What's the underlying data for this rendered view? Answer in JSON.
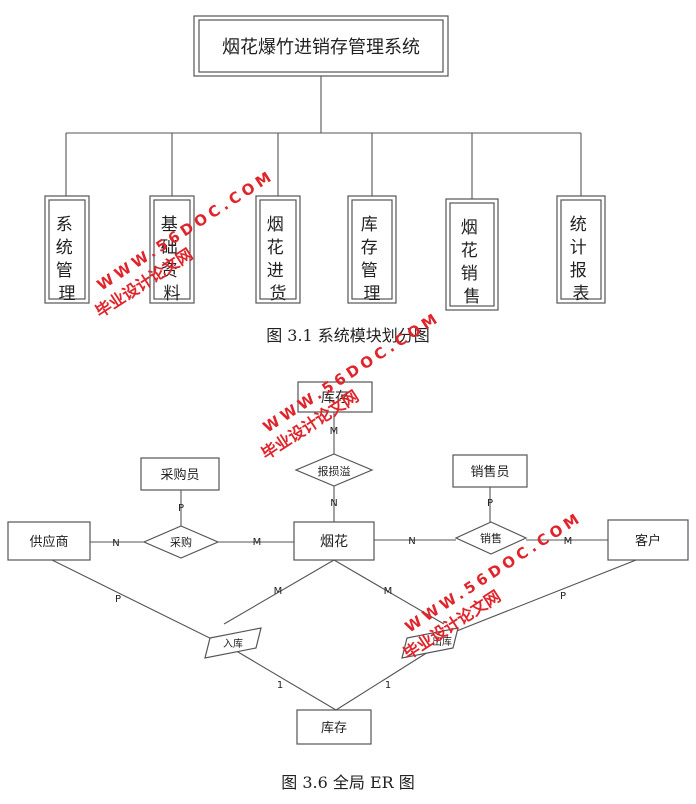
{
  "module_diagram": {
    "root": "烟花爆竹进销存管理系统",
    "modules": [
      "系统管理",
      "基础资料",
      "烟花进货",
      "库存管理",
      "烟花销售",
      "统计报表"
    ],
    "caption": "图 3.1 系统模块划分图"
  },
  "er_diagram": {
    "entities": {
      "inventory_top": "库存",
      "purchaser": "采购员",
      "salesperson": "销售员",
      "supplier": "供应商",
      "firework": "烟花",
      "customer": "客户",
      "inventory_bottom": "库存"
    },
    "relationships": {
      "report_loss": "报损溢",
      "purchase": "采购",
      "sale": "销售",
      "stock_in": "入库",
      "stock_out": "出库"
    },
    "cardinalities": {
      "report_top": "M",
      "report_bottom": "N",
      "purchaser_p": "P",
      "supplier_n": "N",
      "purchase_m": "M",
      "sale_n": "N",
      "salesperson_p": "P",
      "sale_m": "M",
      "supplier_p": "P",
      "firework_in_m": "M",
      "firework_out_m": "M",
      "in_one": "1",
      "out_one": "1",
      "customer_p": "P"
    },
    "caption": "图 3.6 全局 ER 图"
  },
  "watermarks": [
    {
      "line1": "毕业设计论文网",
      "line2": "WWW.56DOC.COM"
    },
    {
      "line1": "毕业设计论文网",
      "line2": "WWW.56DOC.COM"
    },
    {
      "line1": "毕业设计论文网",
      "line2": "WWW.56DOC.COM"
    }
  ],
  "colors": {
    "watermark": "#e0242b",
    "stroke": "#555555"
  }
}
